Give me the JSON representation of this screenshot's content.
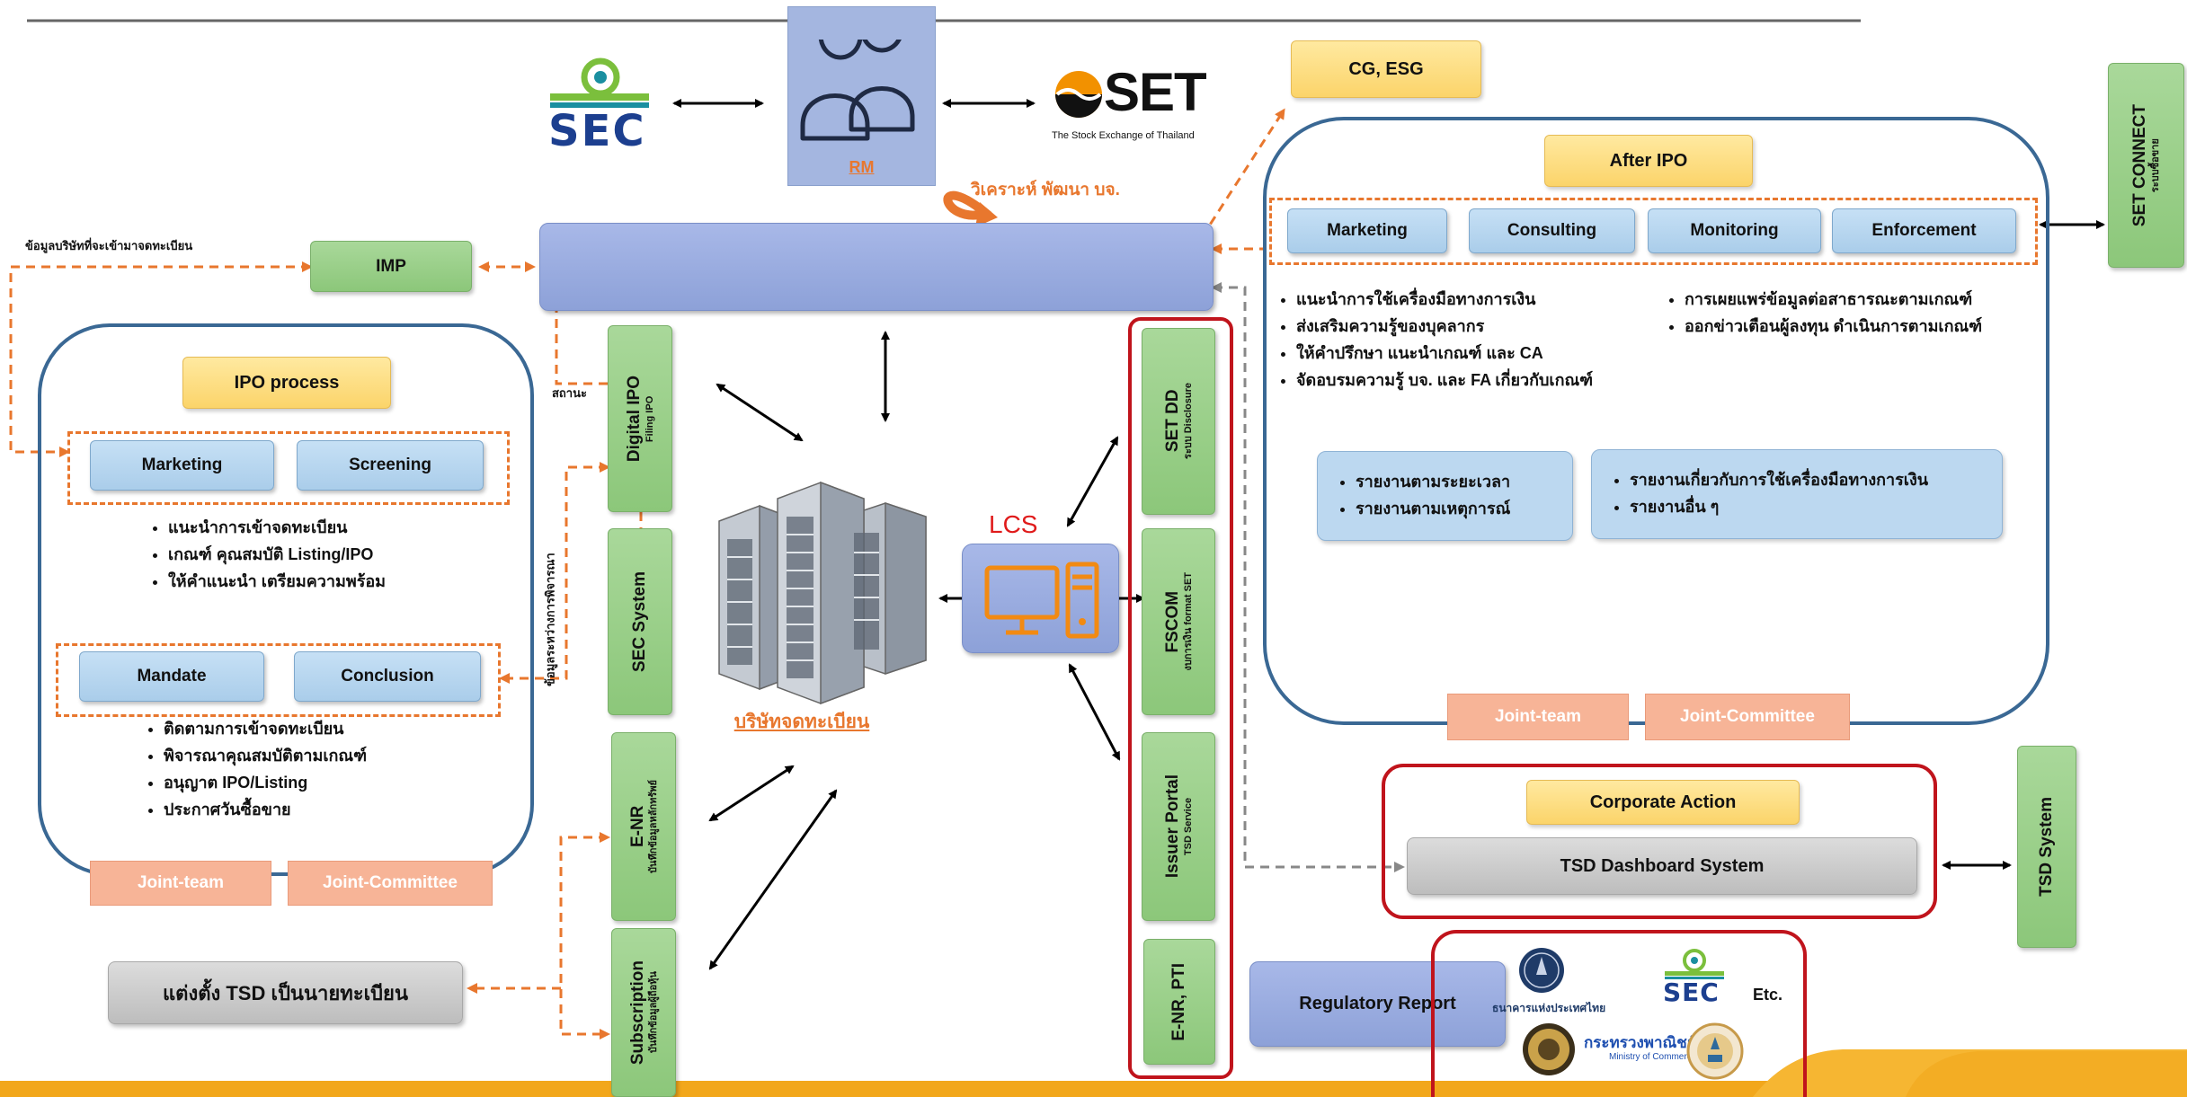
{
  "logos": {
    "sec_text": "SEC",
    "set_text": "SET",
    "set_tagline": "The Stock Exchange of Thailand",
    "bot_text": "ธนาคารแห่งประเทศไทย",
    "moc_th": "กระทรวงพาณิชย์",
    "moc_en": "Ministry of Commerce"
  },
  "rm_label": "RM",
  "analyze_label": "วิเคราะห์ พัฒนา บจ.",
  "cg_esg": "CG, ESG",
  "imp": {
    "label": "IMP",
    "note": "ข้อมูลบริษัทที่จะเข้ามาจดทะเบียน"
  },
  "status_label": "สถานะ",
  "consider_note": "ข้อมูลระหว่างการพิจารณา",
  "ipo_process": {
    "title": "IPO process",
    "row1": [
      "Marketing",
      "Screening"
    ],
    "bullets1": [
      "แนะนำการเข้าจดทะเบียน",
      "เกณฑ์ คุณสมบัติ Listing/IPO",
      "ให้คำแนะนำ เตรียมความพร้อม"
    ],
    "row2": [
      "Mandate",
      "Conclusion"
    ],
    "bullets2": [
      "ติดตามการเข้าจดทะเบียน",
      "พิจารณาคุณสมบัติตามเกณฑ์",
      "อนุญาต IPO/Listing",
      "ประกาศวันซื้อขาย"
    ],
    "joint": [
      "Joint-team",
      "Joint-Committee"
    ]
  },
  "systems": {
    "digital_ipo": {
      "main": "Digital IPO",
      "sub": "Filing IPO"
    },
    "sec_system": {
      "main": "SEC System"
    },
    "enr": {
      "main": "E-NR",
      "sub": "บันทึกข้อมูลหลักทรัพย์"
    },
    "subscription": {
      "main": "Subscription",
      "sub": "บันทึกข้อมูลผู้ถือหุ้น"
    }
  },
  "companies_label": "บริษัทจดทะเบียน",
  "lcs_label": "LCS",
  "set_systems": {
    "setdd": {
      "main": "SET DD",
      "sub": "ระบบ Disclosure"
    },
    "fscom": {
      "main": "FSCOM",
      "sub": "งบการเงิน format SET"
    },
    "issuer": {
      "main": "Issuer Portal",
      "sub": "TSD Service"
    },
    "enr_pti": {
      "main": "E-NR, PTI"
    }
  },
  "after_ipo": {
    "title": "After IPO",
    "tabs": [
      "Marketing",
      "Consulting",
      "Monitoring",
      "Enforcement"
    ],
    "bullets_left": [
      "แนะนำการใช้เครื่องมือทางการเงิน",
      "ส่งเสริมความรู้ของบุคลากร",
      "ให้คำปรึกษา แนะนำเกณฑ์ และ CA",
      "จัดอบรมความรู้ บจ. และ FA เกี่ยวกับเกณฑ์"
    ],
    "bullets_right": [
      "การเผยแพร่ข้อมูลต่อสาธารณะตามเกณฑ์",
      "ออกข่าวเตือนผู้ลงทุน ดำเนินการตามเกณฑ์"
    ],
    "report_left": [
      "รายงานตามระยะเวลา",
      "รายงานตามเหตุการณ์"
    ],
    "report_right": [
      "รายงานเกี่ยวกับการใช้เครื่องมือทางการเงิน",
      "รายงานอื่น ๆ"
    ],
    "joint": [
      "Joint-team",
      "Joint-Committee"
    ]
  },
  "set_connect": {
    "main": "SET CONNECT",
    "sub": "ระบบซื้อขาย"
  },
  "corporate_action": {
    "title": "Corporate Action",
    "dashboard": "TSD Dashboard System"
  },
  "tsd_system": "TSD System",
  "appoint_tsd": "แต่งตั้ง TSD เป็นนายทะเบียน",
  "regulatory_report": "Regulatory Report",
  "etc_label": "Etc.",
  "colors": {
    "orange_dash": "#e8772e",
    "red_frame": "#c0141c",
    "blue_frame": "#3a6894",
    "bottom_bar": "#f2a71b"
  }
}
